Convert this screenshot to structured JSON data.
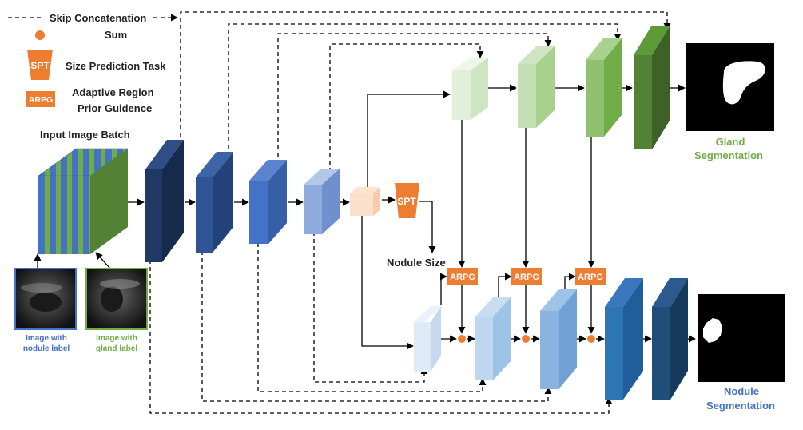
{
  "legend": {
    "skip": "Skip Concatenation",
    "sum": "Sum",
    "spt_desc": "Size Prediction Task",
    "arpg_desc_line1": "Adaptive Region",
    "arpg_desc_line2": "Prior Guidence",
    "spt_tag": "SPT",
    "arpg_tag": "ARPG"
  },
  "labels": {
    "input_batch": "Input Image Batch",
    "nodule_size": "Nodule Size",
    "img_nodule_l1": "Image with",
    "img_nodule_l2": "nodule label",
    "img_gland_l1": "Image with",
    "img_gland_l2": "gland label",
    "gland_seg_l1": "Gland",
    "gland_seg_l2": "Segmentation",
    "nodule_seg_l1": "Nodule",
    "nodule_seg_l2": "Segmentation"
  },
  "blocks": {
    "spt": "SPT",
    "arpg": "ARPG"
  },
  "colors": {
    "orange": "#ED7D31",
    "gland_text": "#70AD47",
    "nodule_text": "#4472C4"
  }
}
